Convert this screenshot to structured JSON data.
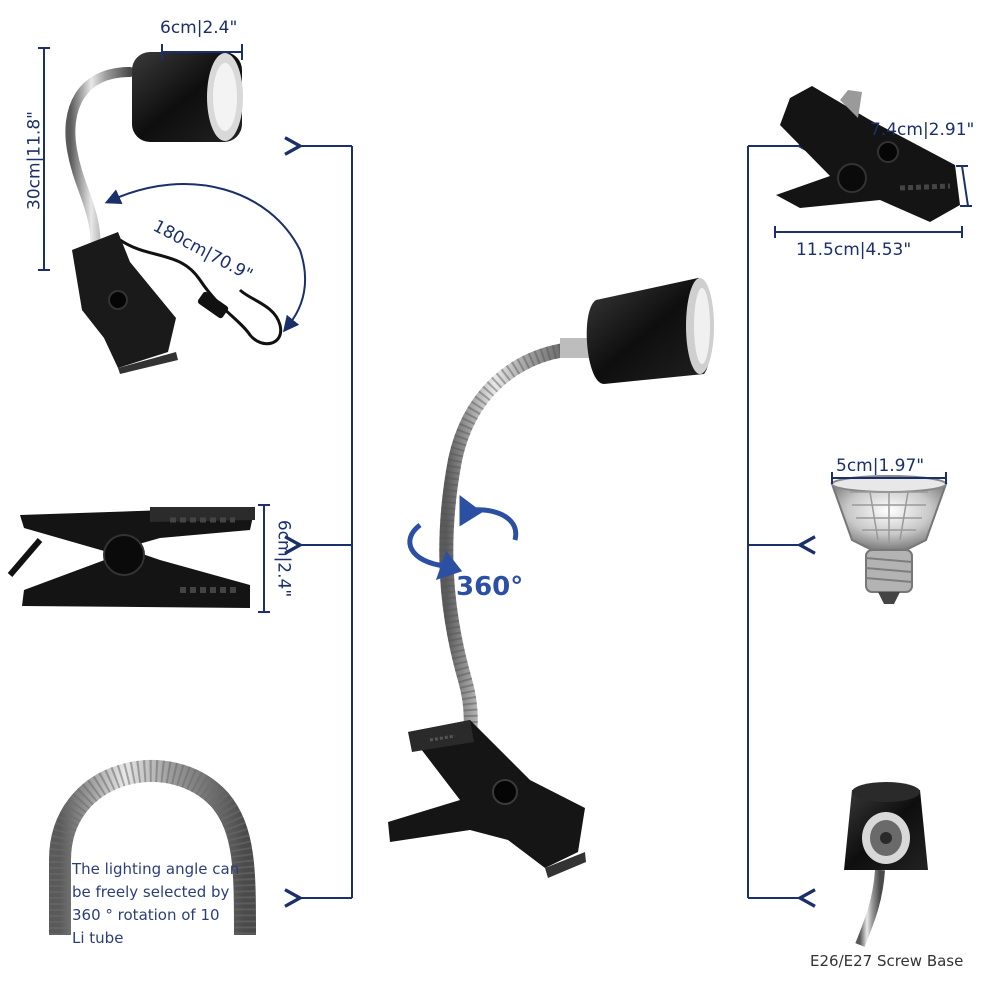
{
  "labels": {
    "head_width": "6cm|2.4\"",
    "gooseneck_height": "30cm|11.8\"",
    "cord_length": "180cm|70.9\"",
    "clip_opening": "6cm|2.4\"",
    "clip_height": "7.4cm|2.91\"",
    "clip_length": "11.5cm|4.53\"",
    "bulb_width": "5cm|1.97\"",
    "rotation": "360°",
    "screw_base": "E26/E27 Screw Base",
    "note_line1": "The lighting angle can",
    "note_line2": "be freely selected by",
    "note_line3": "360 ° rotation of 10",
    "note_line4": "Li tube"
  },
  "colors": {
    "accent": "#1b2f6b",
    "lamp_black": "#161616",
    "steel": "#9a9a9a"
  },
  "icons": [
    "lamp-head-icon",
    "gooseneck-icon",
    "clamp-icon",
    "bulb-icon",
    "socket-icon",
    "rotation-arrow-icon",
    "callout-arrow-icon"
  ]
}
